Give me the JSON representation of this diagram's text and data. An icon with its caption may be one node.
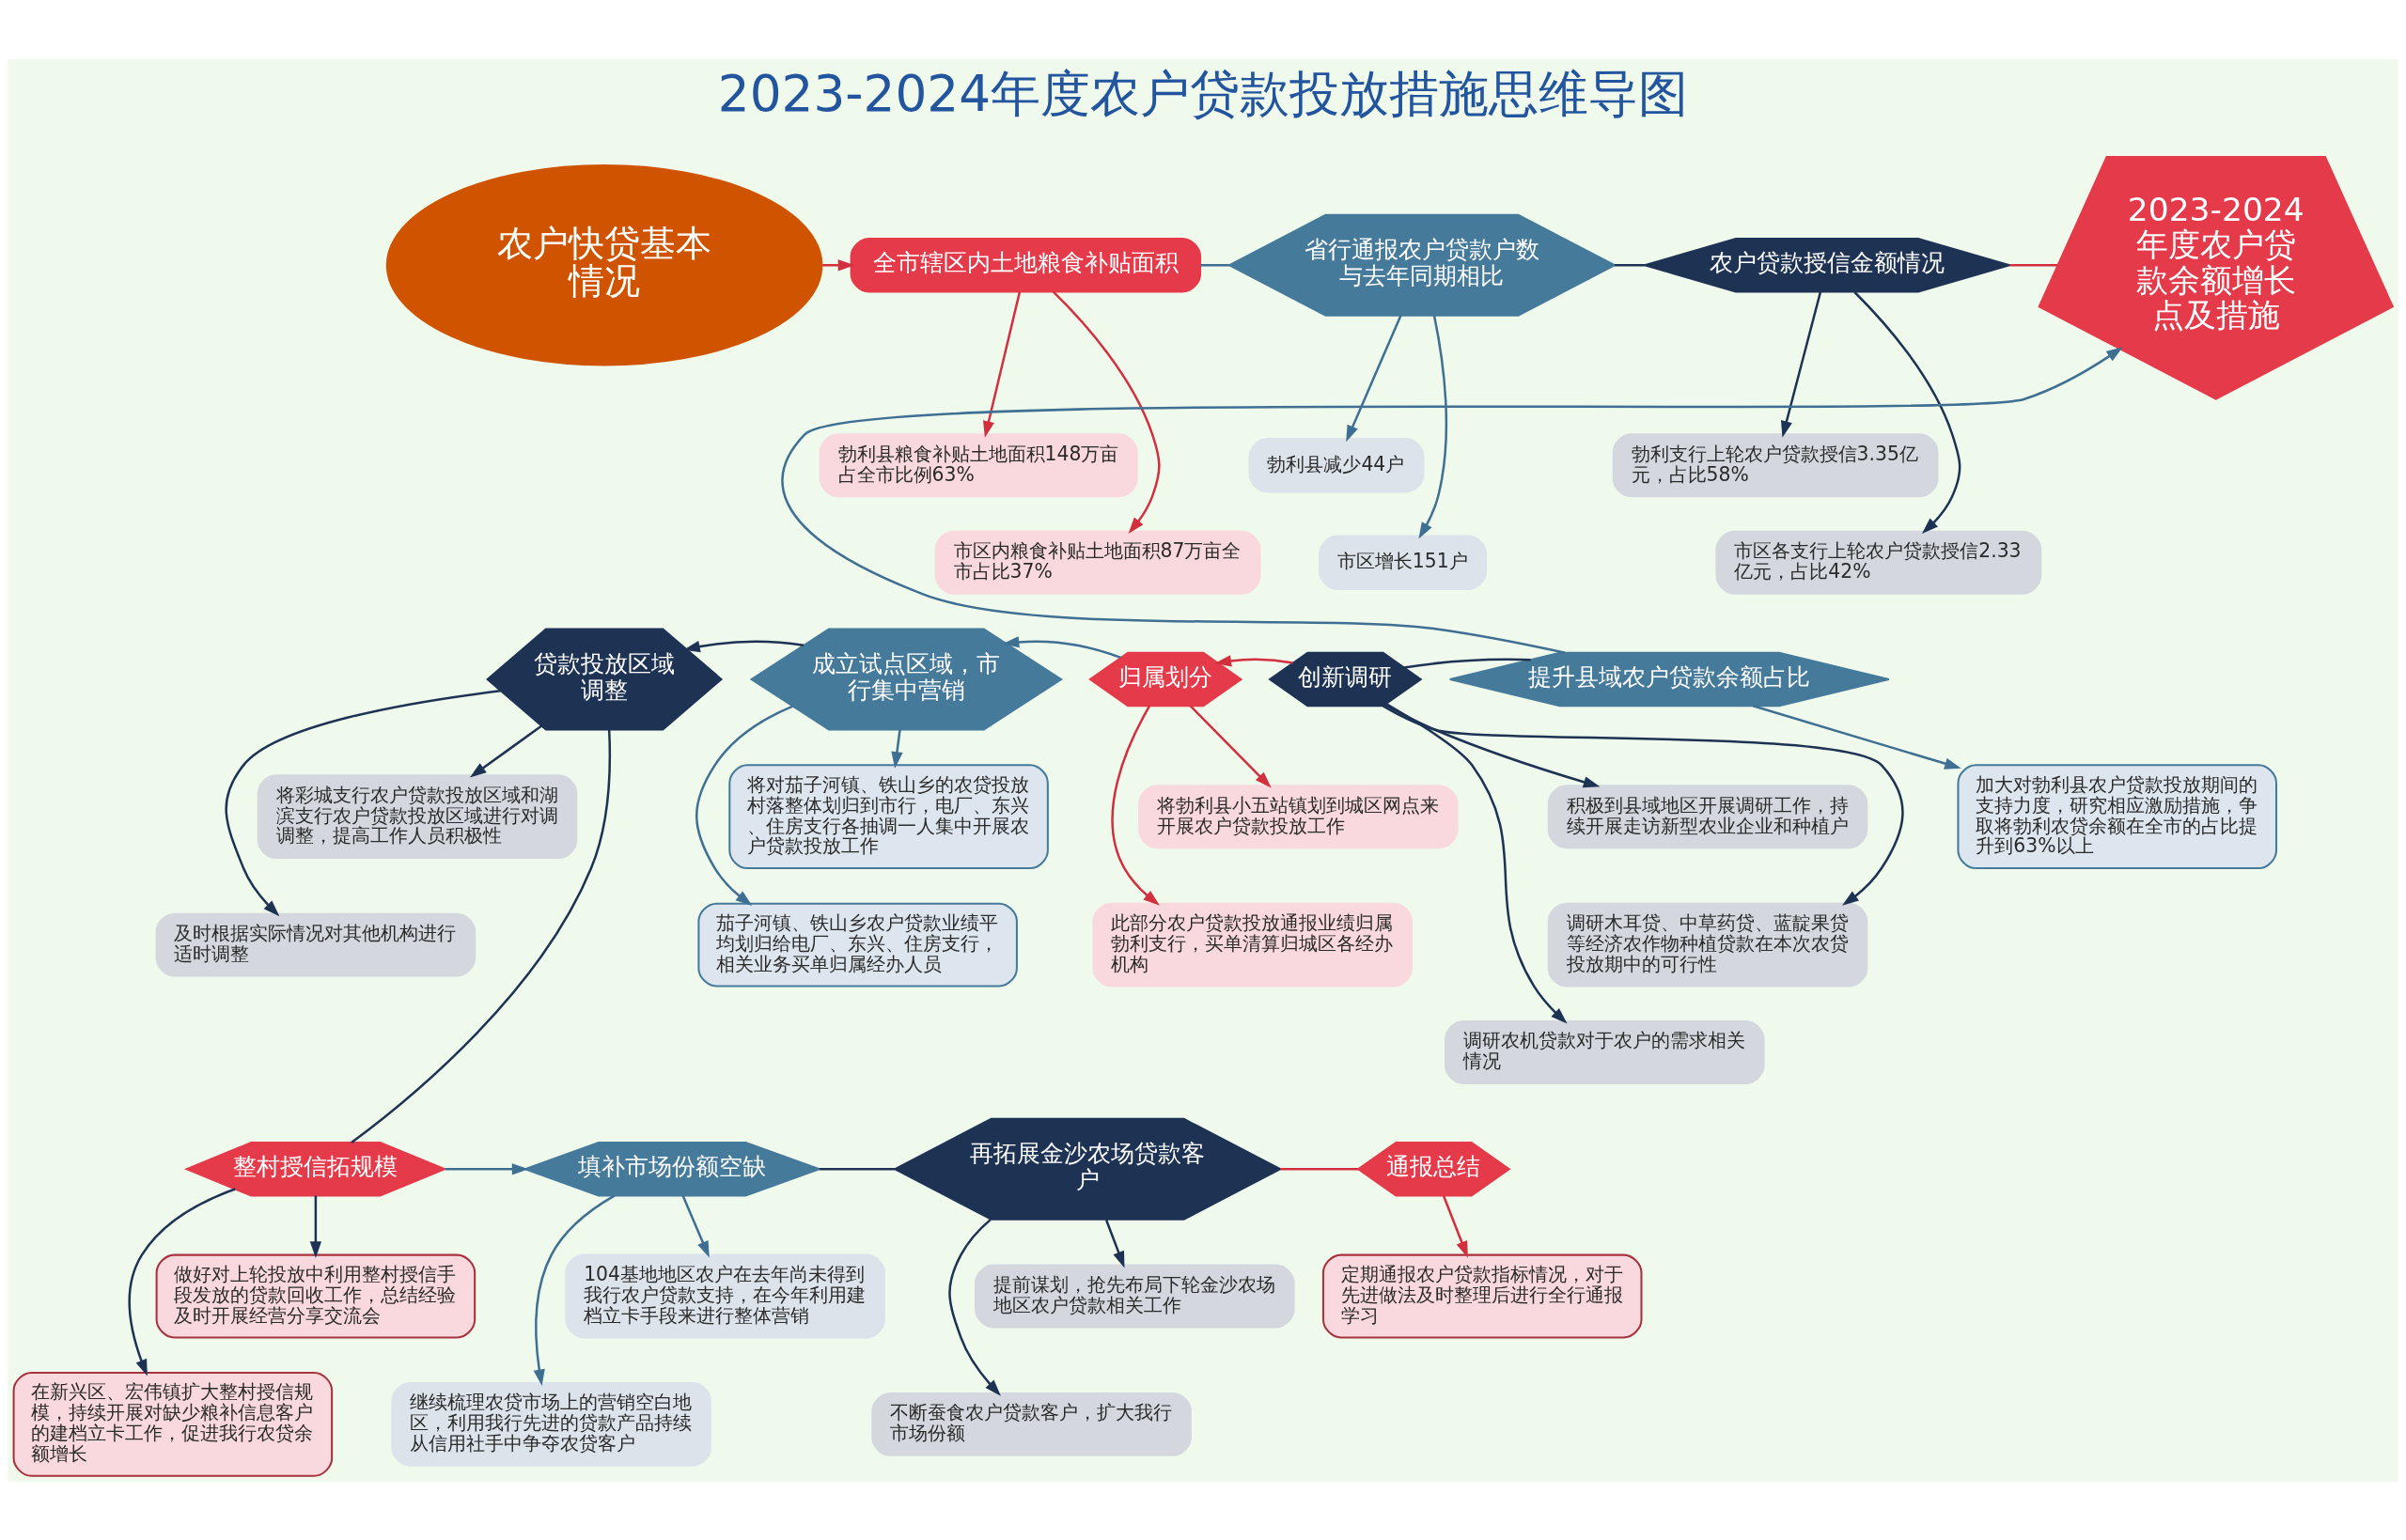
{
  "diagram": {
    "title": "2023-2024年度农户贷款投放措施思维导图",
    "nodes": [
      {
        "text": [
          "农户快贷基本情况"
        ]
      },
      {
        "text": [
          "全市辖区内土地粮食补贴面积"
        ]
      },
      {
        "text": [
          "勃利县粮食补贴土地面积148万亩占全市比例63%"
        ]
      },
      {
        "text": [
          "市区内粮食补贴土地面积87万亩全市占比37%"
        ]
      },
      {
        "text": [
          "省行通报农户贷款户数与去年同期相比"
        ]
      },
      {
        "text": [
          "勃利县减少44户"
        ]
      },
      {
        "text": [
          "市区增长151户"
        ]
      },
      {
        "text": [
          "农户贷款授信金额情况"
        ]
      },
      {
        "text": [
          "勃利支行上轮农户贷款授信3.35亿元，占比58%"
        ]
      },
      {
        "text": [
          "市区各支行上轮农户贷款授信2.33亿元，占比42%"
        ]
      },
      {
        "text": [
          "2023-2024年度农户贷款余额增长点及措施"
        ]
      },
      {
        "text": [
          "贷款投放区域调整"
        ]
      },
      {
        "text": [
          "将彩城支行农户贷款投放区域和湖滨支行农户贷款投放区域进行对调调整，提高工作人员积极性"
        ]
      },
      {
        "text": [
          "及时根据实际情况对其他机构进行适时调整"
        ]
      },
      {
        "text": [
          "成立试点区域，市行集中营销"
        ]
      },
      {
        "text": [
          "将对茄子河镇、铁山乡的农贷投放村落整体划归到市行，电厂、东兴、住房支行各抽调一人集中开展农户贷款投放工作"
        ]
      },
      {
        "text": [
          "茄子河镇、铁山乡农户贷款业绩平均划归给电厂、东兴、住房支行，相关业务买单归属经办人员"
        ]
      },
      {
        "text": [
          "归属划分"
        ]
      },
      {
        "text": [
          "将勃利县小五站镇划到城区网点来开展农户贷款投放工作"
        ]
      },
      {
        "text": [
          "此部分农户贷款投放通报业绩归属勃利支行，买单清算归城区各经办机构"
        ]
      },
      {
        "text": [
          "创新调研"
        ]
      },
      {
        "text": [
          "积极到县域地区开展调研工作，持续开展走访新型农业企业和种植户"
        ]
      },
      {
        "text": [
          "调研木耳贷、中草药贷、蓝靛果贷等经济农作物种植贷款在本次农贷投放期中的可行性"
        ]
      },
      {
        "text": [
          "调研农机贷款对于农户的需求相关情况"
        ]
      },
      {
        "text": [
          "提升县域农户贷款余额占比"
        ]
      },
      {
        "text": [
          "加大对勃利县农户贷款投放期间的支持力度，研究相应激励措施，争取将勃利农贷余额在全市的占比提升到63%以上"
        ]
      },
      {
        "text": [
          "整村授信拓规模"
        ]
      },
      {
        "text": [
          "做好对上轮投放中利用整村授信手段发放的贷款回收工作，总结经验及时开展经营分享交流会"
        ]
      },
      {
        "text": [
          "在新兴区、宏伟镇扩大整村授信规模，持续开展对缺少粮补信息客户的建档立卡工作，促进我行农贷余额增长"
        ]
      },
      {
        "text": [
          "填补市场份额空缺"
        ]
      },
      {
        "text": [
          "104基地地区农户在去年尚未得到我行农户贷款支持，在今年利用建档立卡手段来进行整体营销"
        ]
      },
      {
        "text": [
          "继续梳理农贷市场上的营销空白地区，利用我行先进的贷款产品持续从信用社手中争夺农贷客户"
        ]
      },
      {
        "text": [
          "再拓展金沙农场贷款客户"
        ]
      },
      {
        "text": [
          "提前谋划，抢先布局下轮金沙农场地区农户贷款相关工作"
        ]
      },
      {
        "text": [
          "不断蚕食农户贷款客户，扩大我行市场份额"
        ]
      },
      {
        "text": [
          "通报总结"
        ]
      },
      {
        "text": [
          "定期通报农户贷款指标情况，对于先进做法及时整理后进行全行通报学习"
        ]
      }
    ],
    "edges": [
      {
        "from": 0,
        "to": 1,
        "arrow": "to",
        "color": "#d2303f"
      },
      {
        "from": 1,
        "to": 2,
        "arrow": "to",
        "color": "#d2303f"
      },
      {
        "from": 1,
        "to": 3,
        "arrow": "to",
        "color": "#d2303f"
      },
      {
        "from": 1,
        "to": 4,
        "arrow": "none",
        "color": "#3f6f93"
      },
      {
        "from": 4,
        "to": 5,
        "arrow": "to",
        "color": "#3f6f93"
      },
      {
        "from": 4,
        "to": 6,
        "arrow": "to",
        "color": "#3f6f93"
      },
      {
        "from": 4,
        "to": 7,
        "arrow": "none"
      },
      {
        "from": 7,
        "to": 8,
        "arrow": "to"
      },
      {
        "from": 7,
        "to": 9,
        "arrow": "to"
      },
      {
        "from": 7,
        "to": 10,
        "arrow": "none",
        "color": "#d2303f"
      },
      {
        "from": 24,
        "to": 10,
        "arrow": "to",
        "color": "#3f6f93"
      },
      {
        "from": 24,
        "to": 25,
        "arrow": "to",
        "color": "#3f6f93"
      },
      {
        "from": 24,
        "to": 20,
        "arrow": "none"
      },
      {
        "from": 20,
        "to": 21,
        "arrow": "to"
      },
      {
        "from": 20,
        "to": 22,
        "arrow": "to"
      },
      {
        "from": 20,
        "to": 23,
        "arrow": "to"
      },
      {
        "from": 20,
        "to": 17,
        "arrow": "to",
        "color": "#d2303f"
      },
      {
        "from": 17,
        "to": 18,
        "arrow": "to",
        "color": "#d2303f"
      },
      {
        "from": 17,
        "to": 19,
        "arrow": "to",
        "color": "#d2303f"
      },
      {
        "from": 17,
        "to": 14,
        "arrow": "to",
        "color": "#3f6f93"
      },
      {
        "from": 14,
        "to": 15,
        "arrow": "to",
        "color": "#3f6f93"
      },
      {
        "from": 14,
        "to": 16,
        "arrow": "to",
        "color": "#3f6f93"
      },
      {
        "from": 14,
        "to": 11,
        "arrow": "to"
      },
      {
        "from": 11,
        "to": 12,
        "arrow": "to"
      },
      {
        "from": 11,
        "to": 13,
        "arrow": "to"
      },
      {
        "from": 11,
        "to": 26,
        "arrow": "none"
      },
      {
        "from": 26,
        "to": 27,
        "arrow": "to"
      },
      {
        "from": 26,
        "to": 28,
        "arrow": "to"
      },
      {
        "from": 26,
        "to": 29,
        "arrow": "to",
        "color": "#3f6f93"
      },
      {
        "from": 29,
        "to": 30,
        "arrow": "to",
        "color": "#3f6f93"
      },
      {
        "from": 29,
        "to": 31,
        "arrow": "to",
        "color": "#3f6f93"
      },
      {
        "from": 29,
        "to": 32,
        "arrow": "none"
      },
      {
        "from": 32,
        "to": 33,
        "arrow": "to"
      },
      {
        "from": 32,
        "to": 34,
        "arrow": "to"
      },
      {
        "from": 32,
        "to": 35,
        "arrow": "none",
        "color": "#d2303f"
      },
      {
        "from": 35,
        "to": 36,
        "arrow": "to",
        "color": "#d2303f"
      }
    ]
  }
}
